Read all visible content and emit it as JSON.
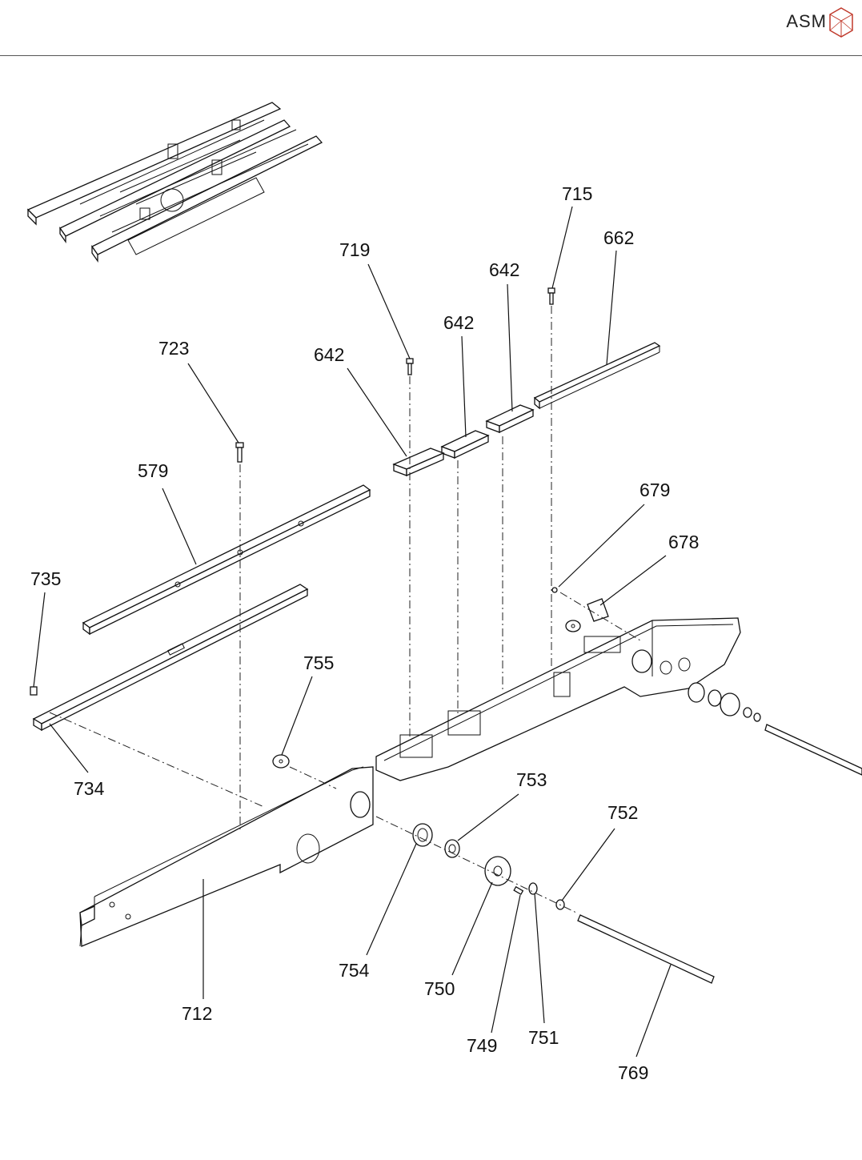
{
  "header": {
    "brand": "ASM"
  },
  "labels": {
    "l715": "715",
    "l662": "662",
    "l719": "719",
    "l642a": "642",
    "l642b": "642",
    "l642c": "642",
    "l723": "723",
    "l579": "579",
    "l679": "679",
    "l678": "678",
    "l735": "735",
    "l755": "755",
    "l734": "734",
    "l753": "753",
    "l752": "752",
    "l754": "754",
    "l750": "750",
    "l712": "712",
    "l749": "749",
    "l751": "751",
    "l769": "769"
  }
}
